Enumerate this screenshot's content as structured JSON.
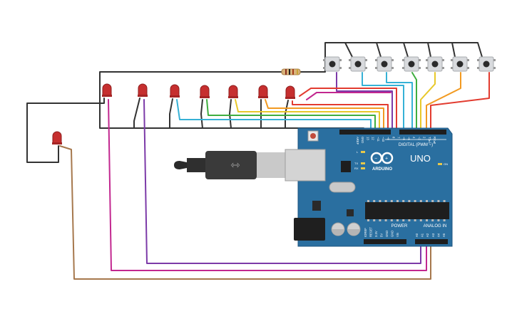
{
  "board": {
    "brand": "ARDUINO",
    "model": "UNO",
    "digital_label": "DIGITAL (PWM ~)",
    "power_label": "POWER",
    "analog_label": "ANALOG IN",
    "on_label": "ON",
    "l_label": "L",
    "tx_label": "TX",
    "rx_label": "RX",
    "digital_pins": [
      "AREF",
      "GND",
      "13",
      "12",
      "~11",
      "~10",
      "~9",
      "8",
      "7",
      "~6",
      "~5",
      "4",
      "~3",
      "2",
      "TX▸1",
      "RX◂0"
    ],
    "power_pins": [
      "IOREF",
      "RESET",
      "3.3V",
      "5V",
      "GND",
      "GND",
      "Vin"
    ],
    "analog_pins": [
      "A0",
      "A1",
      "A2",
      "A3",
      "A4",
      "A5"
    ]
  },
  "colors": {
    "board": "#2a6fa0",
    "wire_black": "#333333",
    "wire_red": "#e23b2f",
    "wire_orange": "#f29a21",
    "wire_yellow": "#e8c82a",
    "wire_green": "#3fae3f",
    "wire_cyan": "#36b1d6",
    "wire_purple": "#7c3aa8",
    "wire_magenta": "#c2278f",
    "wire_brown": "#a6784d",
    "led": "#c62f2f"
  }
}
